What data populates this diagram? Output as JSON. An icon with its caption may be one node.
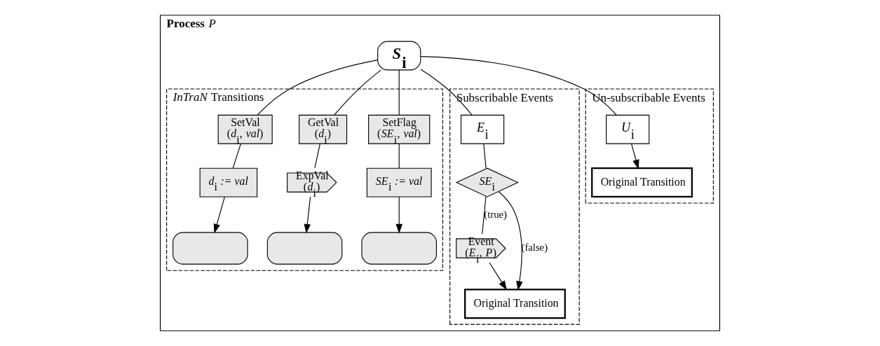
{
  "diagram": {
    "nodes": [
      {
        "text": [
          "**Process** *P*"
        ]
      },
      {
        "text": [
          "*S*$_{i}$"
        ],
        "in": 0
      },
      {
        "text": [
          "*InTraN* Transitions"
        ],
        "in": 0
      },
      {
        "text": [
          "Subscribable Events"
        ],
        "in": 0
      },
      {
        "text": [
          "Un-subscribable Events"
        ],
        "in": 0
      },
      {
        "text": [
          "SetVal",
          "(*d*$_{i}$, *val*)"
        ],
        "in": 2
      },
      {
        "text": [
          "GetVal",
          "(*d*$_{i}$)"
        ],
        "in": 2
      },
      {
        "text": [
          "SetFlag",
          "(*SE*$_{i}$, *val*)"
        ],
        "in": 2
      },
      {
        "text": [
          "*d*$_{i}$ *:= val*"
        ],
        "in": 2
      },
      {
        "text": [
          "ExpVal",
          "(*d*$_{i}$)"
        ],
        "in": 2
      },
      {
        "text": [
          "*SE*$_{i}$ *:= val*"
        ],
        "in": 2
      },
      {
        "text": [],
        "shape": "oval",
        "in": 2
      },
      {
        "text": [],
        "shape": "oval",
        "in": 2
      },
      {
        "text": [],
        "shape": "oval",
        "in": 2
      },
      {
        "text": [
          "*E*$_{i}$"
        ],
        "in": 3
      },
      {
        "text": [
          "*SE*$_{i}$"
        ],
        "in": 3
      },
      {
        "text": [
          "Event",
          "(*E*$_{i}$, *P*)"
        ],
        "in": 3
      },
      {
        "text": [
          "Original Transition"
        ],
        "in": 3
      },
      {
        "text": [
          "*U*$_{i}$"
        ],
        "in": 4
      },
      {
        "text": [
          "Original Transition"
        ],
        "in": 4
      }
    ],
    "edges": [
      {
        "from": 1,
        "to": 5,
        "arrow": "none"
      },
      {
        "from": 1,
        "to": 6,
        "arrow": "none"
      },
      {
        "from": 1,
        "to": 7,
        "arrow": "none"
      },
      {
        "from": 1,
        "to": 14,
        "arrow": "none"
      },
      {
        "from": 1,
        "to": 18,
        "arrow": "none"
      },
      {
        "from": 5,
        "to": 8,
        "arrow": "none"
      },
      {
        "from": 6,
        "to": 9,
        "arrow": "none"
      },
      {
        "from": 7,
        "to": 10,
        "arrow": "none"
      },
      {
        "from": 8,
        "to": 11,
        "arrow": "to"
      },
      {
        "from": 9,
        "to": 12,
        "arrow": "to"
      },
      {
        "from": 10,
        "to": 13,
        "arrow": "to"
      },
      {
        "from": 14,
        "to": 15,
        "arrow": "none"
      },
      {
        "from": 15,
        "to": 16,
        "arrow": "none",
        "label": "(true)"
      },
      {
        "from": 15,
        "to": 17,
        "arrow": "to",
        "label": "(false)"
      },
      {
        "from": 16,
        "to": 17,
        "arrow": "to"
      },
      {
        "from": 18,
        "to": 19,
        "arrow": "to"
      }
    ]
  }
}
